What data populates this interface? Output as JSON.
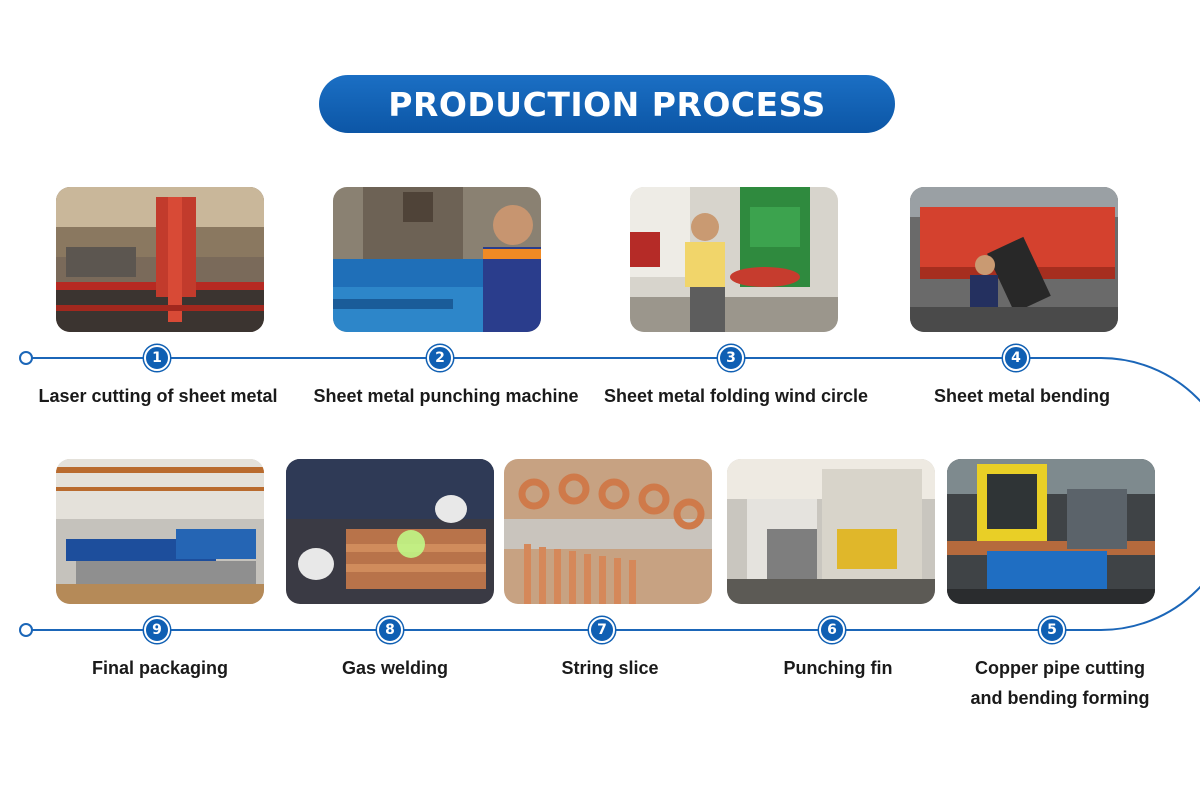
{
  "title": "PRODUCTION PROCESS",
  "colors": {
    "accent": "#0f5fb3",
    "line": "#1b66b8"
  },
  "steps": [
    {
      "number": "1",
      "label": "Laser cutting of sheet metal",
      "photo": "laser-cutting-photo"
    },
    {
      "number": "2",
      "label": "Sheet metal punching machine",
      "photo": "punching-machine-photo"
    },
    {
      "number": "3",
      "label": "Sheet metal folding wind circle",
      "photo": "folding-wind-circle-photo"
    },
    {
      "number": "4",
      "label": "Sheet metal bending",
      "photo": "bending-photo"
    },
    {
      "number": "5",
      "label": "Copper pipe cutting",
      "label_line2": "and bending forming",
      "photo": "copper-pipe-photo"
    },
    {
      "number": "6",
      "label": "Punching fin",
      "photo": "punching-fin-photo"
    },
    {
      "number": "7",
      "label": "String slice",
      "photo": "string-slice-photo"
    },
    {
      "number": "8",
      "label": "Gas welding",
      "photo": "gas-welding-photo"
    },
    {
      "number": "9",
      "label": "Final packaging",
      "photo": "final-packaging-photo"
    }
  ]
}
